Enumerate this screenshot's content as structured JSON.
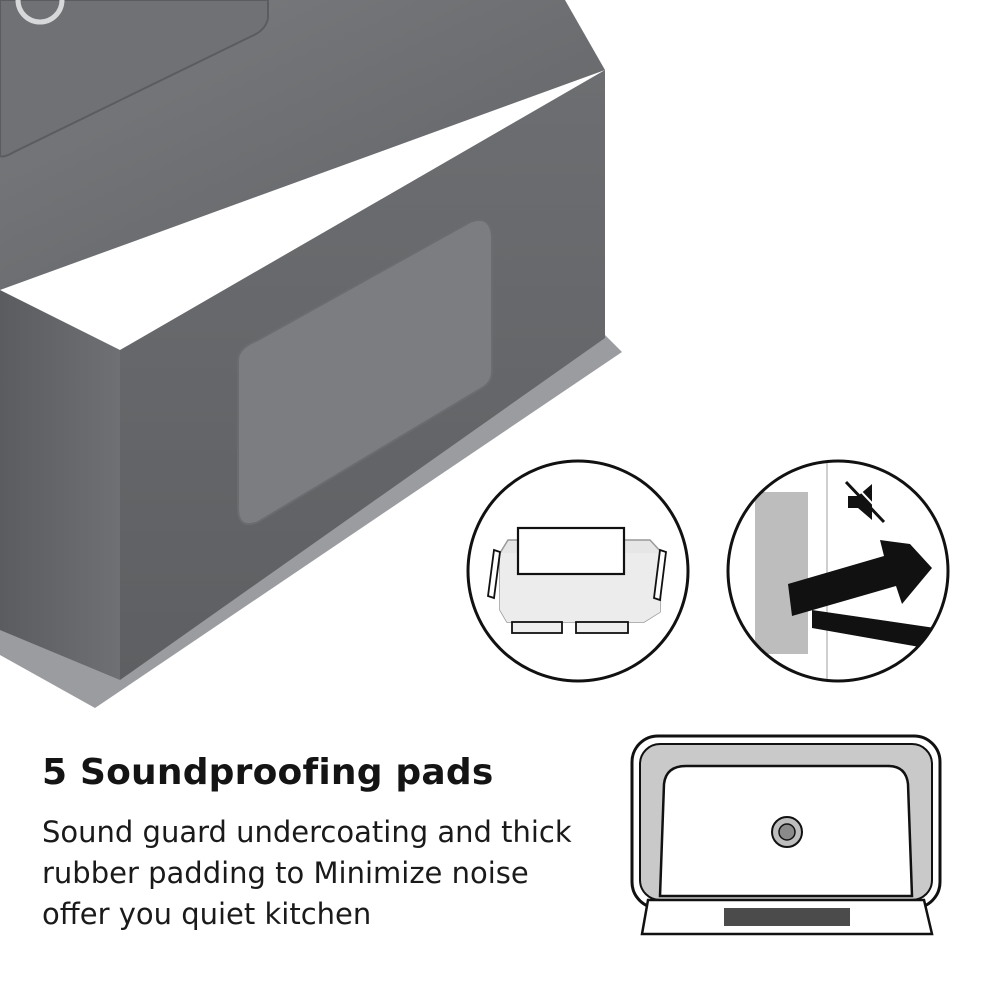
{
  "feature": {
    "title": "5 Soundproofing pads",
    "description_lines": [
      "Sound guard undercoating and thick",
      "rubber padding to Minimize noise",
      "offer you quiet kitchen"
    ]
  },
  "icons": {
    "pads_diagram": "soundproofing-pad-placement-icon",
    "noise_reduction": "sound-deflection-mute-icon",
    "sink_top_view": "sink-top-view-icon"
  },
  "colors": {
    "sink_surface": "#6b6d70",
    "pad": "#7b7d80",
    "text": "#141414",
    "outline": "#111111",
    "diagram_fill": "#e6e6e6"
  }
}
